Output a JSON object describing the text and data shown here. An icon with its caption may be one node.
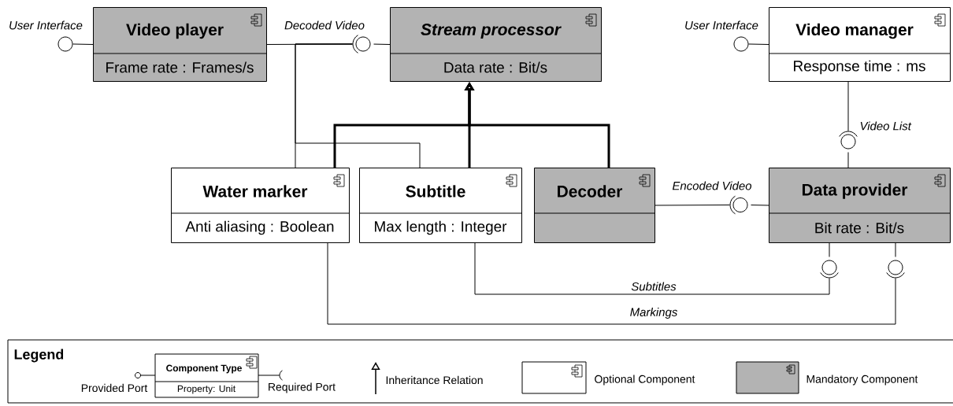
{
  "diagram": {
    "nodes": [
      {
        "text": [
          "Video player",
          "Frame rate : Frames/s"
        ]
      },
      {
        "text": [
          "Stream processor",
          "Data rate : Bit/s"
        ]
      },
      {
        "text": [
          "Video manager",
          "Response time : ms"
        ]
      },
      {
        "text": [
          "Water marker",
          "Anti aliasing : Boolean"
        ]
      },
      {
        "text": [
          "Subtitle",
          "Max length : Integer"
        ]
      },
      {
        "text": [
          "Decoder"
        ]
      },
      {
        "text": [
          "Data provider",
          "Bit rate : Bit/s"
        ]
      },
      {
        "text": [],
        "shape": "circle",
        "beside": [
          "User Interface"
        ]
      },
      {
        "text": [],
        "shape": "circle",
        "beside": [
          "Decoded Video"
        ]
      },
      {
        "text": [],
        "shape": "circle",
        "beside": [
          "User Interface"
        ]
      },
      {
        "text": [],
        "shape": "circle",
        "beside": [
          "Video List"
        ]
      },
      {
        "text": [],
        "shape": "circle",
        "beside": [
          "Encoded Video"
        ]
      },
      {
        "text": [],
        "shape": "circle"
      },
      {
        "text": [],
        "shape": "circle"
      }
    ],
    "edges": [
      {
        "from": 7,
        "to": 0,
        "arrow": "none"
      },
      {
        "from": 0,
        "to": 8,
        "arrow": "none"
      },
      {
        "from": 3,
        "to": 8,
        "arrow": "none"
      },
      {
        "from": 4,
        "to": 8,
        "arrow": "none"
      },
      {
        "from": 8,
        "to": 1,
        "arrow": "none"
      },
      {
        "from": 3,
        "to": 1,
        "arrow": "to",
        "style": "thick"
      },
      {
        "from": 4,
        "to": 1,
        "arrow": "to",
        "style": "thick"
      },
      {
        "from": 5,
        "to": 1,
        "arrow": "to",
        "style": "thick"
      },
      {
        "from": 9,
        "to": 2,
        "arrow": "none"
      },
      {
        "from": 2,
        "to": 10,
        "arrow": "none"
      },
      {
        "from": 10,
        "to": 6,
        "arrow": "none"
      },
      {
        "from": 5,
        "to": 11,
        "arrow": "none"
      },
      {
        "from": 11,
        "to": 6,
        "arrow": "none"
      },
      {
        "from": 6,
        "to": 12,
        "arrow": "none"
      },
      {
        "from": 12,
        "to": 4,
        "arrow": "none",
        "label": "Subtitles"
      },
      {
        "from": 6,
        "to": 13,
        "arrow": "none"
      },
      {
        "from": 13,
        "to": 3,
        "arrow": "none",
        "label": "Markings"
      }
    ],
    "labels": [
      "Legend",
      "Component Type",
      "Property: Unit"
    ],
    "legend": [
      {
        "text": "Provided Port"
      },
      {
        "text": "Required Port"
      },
      {
        "text": "Inheritance Relation"
      },
      {
        "text": "Optional Component"
      },
      {
        "text": "Mandatory Component",
        "color": "#b3b3b3"
      }
    ]
  }
}
